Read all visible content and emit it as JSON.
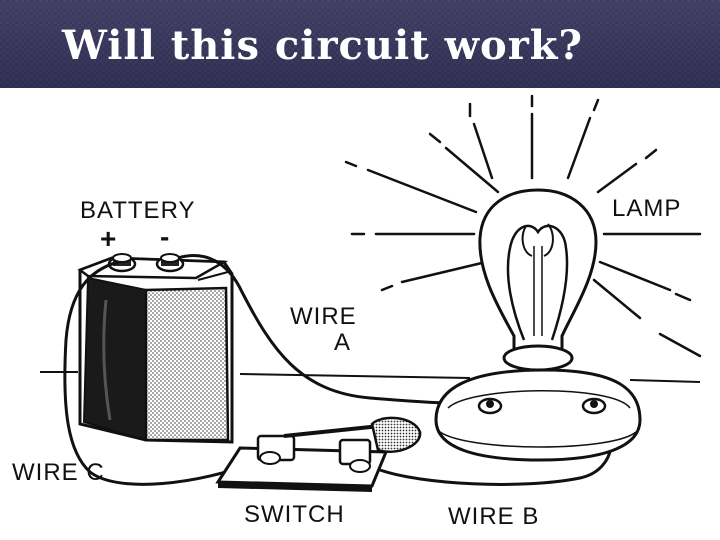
{
  "title": "Will this circuit work?",
  "labels": {
    "battery": "BATTERY",
    "plus": "+",
    "minus": "-",
    "lamp": "LAMP",
    "wire_a_1": "WIRE",
    "wire_a_2": "A",
    "wire_b": "WIRE B",
    "wire_c": "WIRE C",
    "switch": "SWITCH"
  }
}
